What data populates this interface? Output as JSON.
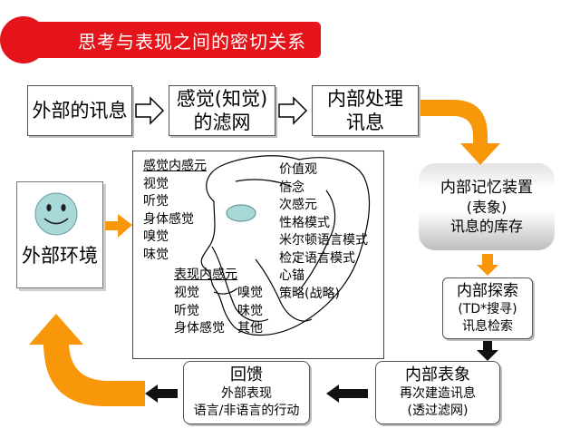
{
  "title": "思考与表现之间的密切关系",
  "boxes": {
    "external_info": "外部的讯息",
    "sense_filter": [
      "感觉(知觉)",
      "的滤网"
    ],
    "internal_processing": [
      "内部处理",
      "讯息"
    ],
    "memory_device": [
      "内部记忆装置",
      "(表象)",
      "讯息的库存"
    ],
    "internal_search": [
      "内部探索",
      "(TD*搜寻)",
      "讯息检索"
    ],
    "internal_representation": [
      "内部表象",
      "再次建造讯息",
      "(透过滤网)"
    ],
    "feedback": [
      "回馈",
      "外部表现",
      "语言/非语言的行动"
    ],
    "environment": "外部环境"
  },
  "center": {
    "inner_senses_title": "感觉内感元",
    "inner_senses": [
      "视觉",
      "听觉",
      "身体感觉",
      "嗅觉",
      "味觉"
    ],
    "right_items": [
      "价值观",
      "信念",
      "次感元",
      "性格模式",
      "米尔顿语言模式",
      "检定语言模式",
      "心锚",
      "策略(战略)"
    ],
    "outer_senses_title": "表现内感元",
    "outer_senses": [
      [
        "视觉",
        "嗅觉"
      ],
      [
        "听觉",
        "味觉"
      ],
      [
        "身体感觉",
        "其他"
      ]
    ]
  },
  "colors": {
    "title_red": "#e4141a",
    "arrow_orange": "#f79709",
    "face_fill": "#a8d8d8",
    "memory_gradient_dark": "#a8a8a8",
    "black_arrow": "#111111"
  },
  "icons": [
    "hollow-right-arrow-icon",
    "orange-curved-arrow-icon",
    "black-left-arrow-icon",
    "smiley-face-icon",
    "head-outline-icon"
  ]
}
